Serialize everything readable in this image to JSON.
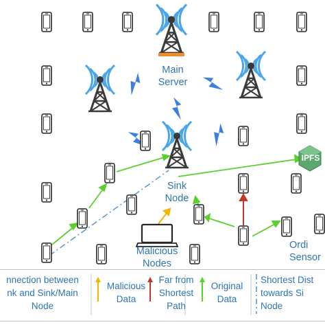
{
  "labels": {
    "main_server": "Main Server",
    "sink_node": "Sink Node",
    "malicious_nodes": "Malicious Nodes",
    "ipfs": "IPFS",
    "ordinary_sensor": "Ordi Sensor"
  },
  "legend": {
    "connection": "nnection between nk and Sink/Main Node",
    "malicious_data": "Malicious Data",
    "far_from_shortest": "Far from Shortest Path",
    "original_data": "Original Data",
    "shortest_distance": "Shortest Dist towards Si Node"
  },
  "colors": {
    "text_blue": "#2e75b6",
    "bolt_blue": "#3d7fe0",
    "green_arrow": "#5ad02e",
    "orange_arrow": "#f4b400",
    "red_arrow": "#c0392b",
    "dashdot": "#5b9bd5",
    "tower_dark": "#3a3a3a",
    "signal_blue": "#4aa6ea",
    "server_base": "#f08a2a",
    "ipfs_green": "#5aa86b"
  },
  "icons": [
    "phone-icon",
    "tower-icon",
    "laptop-icon",
    "lightning-icon",
    "ipfs-cube-icon"
  ]
}
